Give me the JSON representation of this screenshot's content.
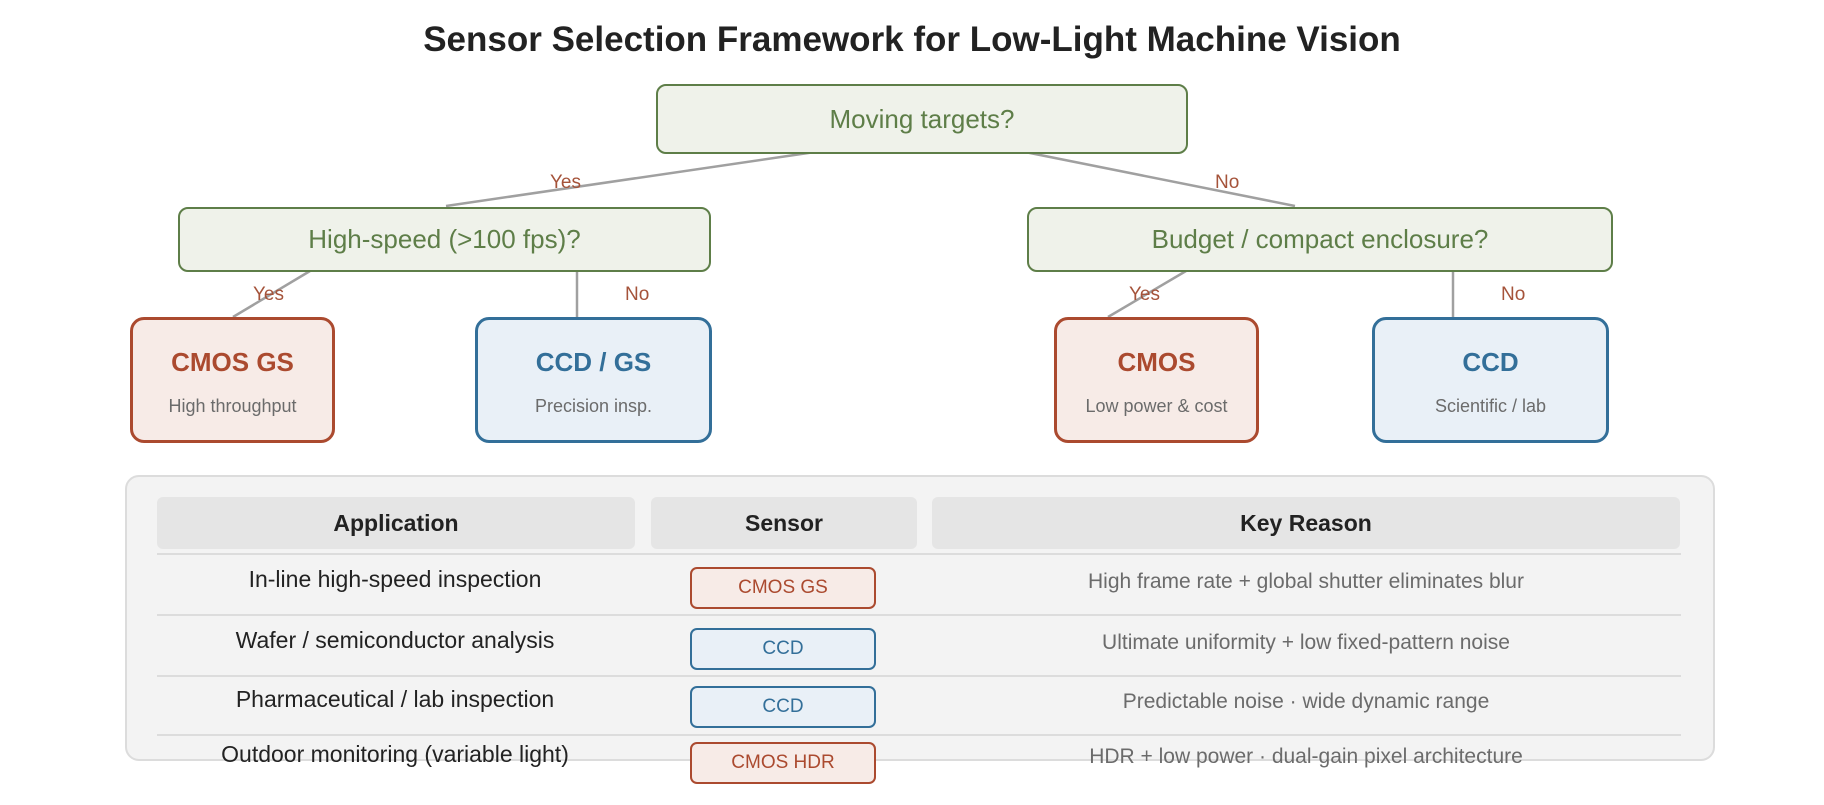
{
  "title": "Sensor Selection Framework for Low-Light Machine Vision",
  "tree": {
    "root": {
      "question": "Moving targets?",
      "yes_label": "Yes",
      "no_label": "No"
    },
    "left": {
      "question": "High-speed (>100 fps)?",
      "yes_label": "Yes",
      "no_label": "No"
    },
    "right": {
      "question": "Budget / compact enclosure?",
      "yes_label": "Yes",
      "no_label": "No"
    },
    "leaves": [
      {
        "title": "CMOS GS",
        "subtitle": "High throughput",
        "kind": "cmos"
      },
      {
        "title": "CCD / GS",
        "subtitle": "Precision insp.",
        "kind": "ccd"
      },
      {
        "title": "CMOS",
        "subtitle": "Low power & cost",
        "kind": "cmos"
      },
      {
        "title": "CCD",
        "subtitle": "Scientific / lab",
        "kind": "ccd"
      }
    ]
  },
  "table": {
    "headers": [
      "Application",
      "Sensor",
      "Key Reason"
    ],
    "rows": [
      {
        "application": "In-line high-speed inspection",
        "sensor": "CMOS GS",
        "sensor_kind": "cmos",
        "reason": "High frame rate + global shutter eliminates blur"
      },
      {
        "application": "Wafer / semiconductor analysis",
        "sensor": "CCD",
        "sensor_kind": "ccd",
        "reason": "Ultimate uniformity + low fixed-pattern noise"
      },
      {
        "application": "Pharmaceutical / lab inspection",
        "sensor": "CCD",
        "sensor_kind": "ccd",
        "reason": "Predictable noise · wide dynamic range"
      },
      {
        "application": "Outdoor monitoring (variable light)",
        "sensor": "CMOS HDR",
        "sensor_kind": "cmos",
        "reason": "HDR + low power · dual-gain pixel architecture"
      }
    ]
  },
  "colors": {
    "question": "#5e7e48",
    "cmos": "#ab4a2f",
    "ccd": "#336f99",
    "edge": "#a0a0a0",
    "edge_label": "#a5533a"
  }
}
